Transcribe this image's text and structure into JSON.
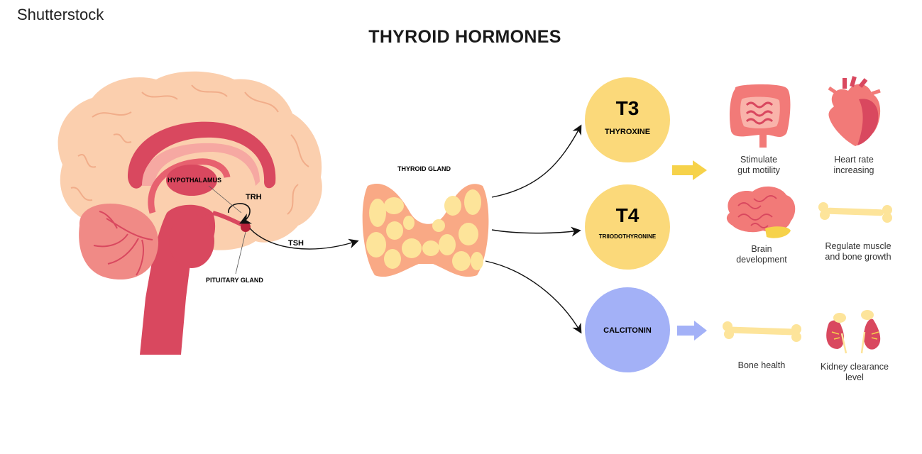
{
  "watermark": "Shutterstock",
  "title": "THYROID HORMONES",
  "labels": {
    "hypothalamus": "HYPOTHALAMUS",
    "trh": "TRH",
    "pituitary": "PITUITARY GLAND",
    "tsh": "TSH",
    "thyroid_gland": "THYROID GLAND"
  },
  "hormones": [
    {
      "code": "T3",
      "name": "THYROXINE"
    },
    {
      "code": "T4",
      "name": "TRIIODOTHYRONINE"
    },
    {
      "code": "",
      "name": "CALCITONIN"
    }
  ],
  "effects": [
    {
      "line1": "Stimulate",
      "line2": "gut motility",
      "icon": "intestine-icon"
    },
    {
      "line1": "Heart rate",
      "line2": "increasing",
      "icon": "heart-icon"
    },
    {
      "line1": "Brain",
      "line2": "development",
      "icon": "brain-icon"
    },
    {
      "line1": "Regulate muscle",
      "line2": "and bone growth",
      "icon": "bone-icon"
    },
    {
      "line1": "Bone health",
      "line2": "",
      "icon": "bone-icon"
    },
    {
      "line1": "Kidney clearance",
      "line2": "level",
      "icon": "kidney-icon"
    }
  ],
  "colors": {
    "t_circle": "#fbd97a",
    "calcitonin_circle": "#a3b1f7",
    "yellow_arrow": "#f6d24a",
    "blue_arrow": "#a3b1f7",
    "brain_cortex": "#fbcfae",
    "brain_red": "#d9485f",
    "thyroid_fill": "#f9a985",
    "thyroid_lobule": "#fde49a"
  }
}
